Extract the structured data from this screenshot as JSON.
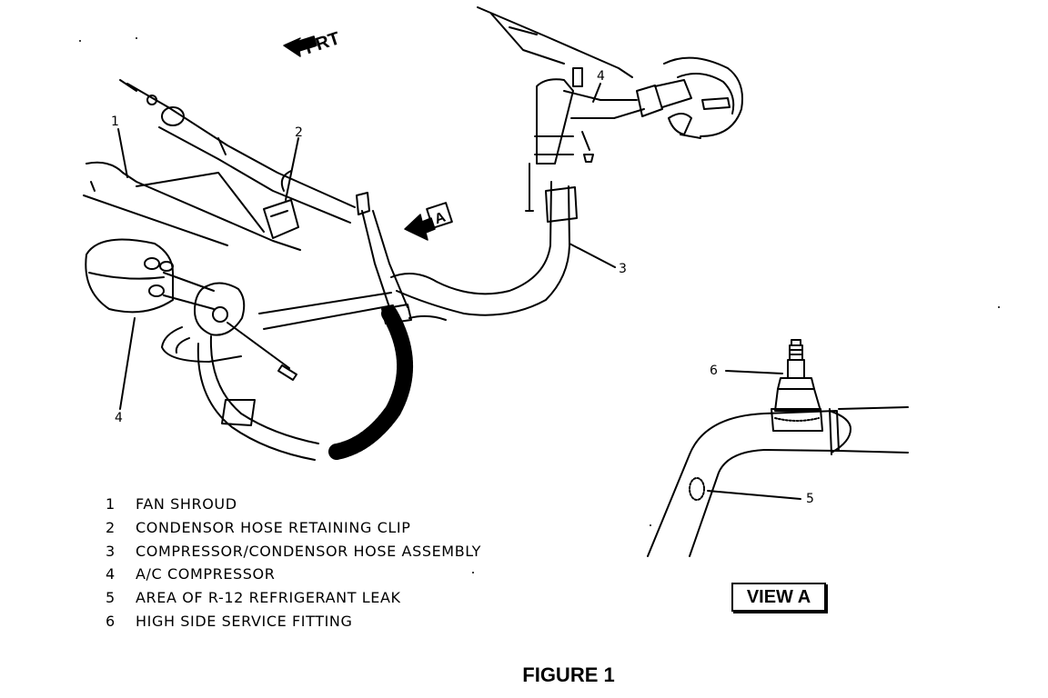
{
  "callouts": {
    "c1": "1",
    "c2": "2",
    "c3": "3",
    "c4": "4",
    "c4b": "4",
    "c5": "5",
    "c6": "6"
  },
  "direction_label": "FRT",
  "view_marker": "A",
  "legend": [
    {
      "num": "1",
      "text": "FAN SHROUD"
    },
    {
      "num": "2",
      "text": "CONDENSOR HOSE RETAINING CLIP"
    },
    {
      "num": "3",
      "text": "COMPRESSOR/CONDENSOR HOSE ASSEMBLY"
    },
    {
      "num": "4",
      "text": "A/C COMPRESSOR"
    },
    {
      "num": "5",
      "text": "AREA OF R-12 REFRIGERANT LEAK"
    },
    {
      "num": "6",
      "text": "HIGH SIDE SERVICE FITTING"
    }
  ],
  "view_label": "VIEW A",
  "figure_title": "FIGURE 1"
}
